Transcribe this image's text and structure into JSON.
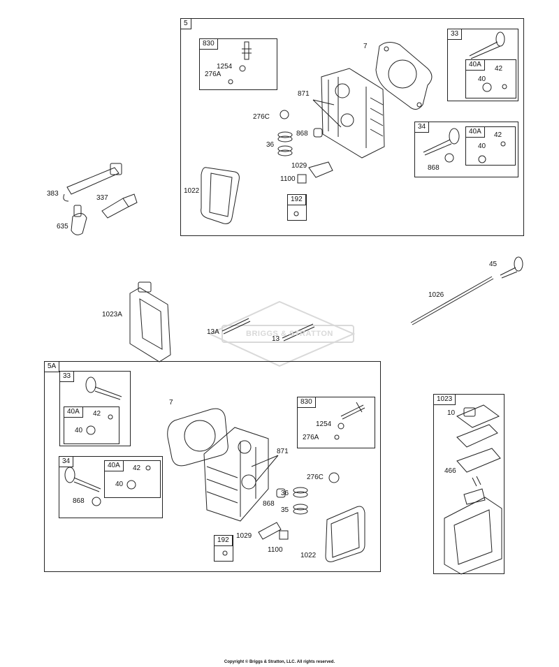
{
  "watermark": "BRIGGS & STRATTON",
  "copyright": "Copyright © Briggs & Stratton, LLC. All rights reserved.",
  "groups": {
    "g5": "5",
    "g830a": "830",
    "g33a": "33",
    "g40Aa": "40A",
    "g34a": "34",
    "g40Ab": "40A",
    "g192a": "192",
    "g5A": "5A",
    "g33b": "33",
    "g40Ac": "40A",
    "g34b": "34",
    "g40Ad": "40A",
    "g830b": "830",
    "g192b": "192",
    "g1023": "1023"
  },
  "parts": {
    "p1254a": "1254",
    "p276Aa": "276A",
    "p7a": "7",
    "p871a": "871",
    "p276Ca": "276C",
    "p868a": "868",
    "p36a": "36",
    "p1029a": "1029",
    "p1100a": "1100",
    "p1022a": "1022",
    "p42a": "42",
    "p40a": "40",
    "p42b": "42",
    "p40b": "40",
    "p868b": "868",
    "p383": "383",
    "p337": "337",
    "p635": "635",
    "p45": "45",
    "p1026": "1026",
    "p1023A": "1023A",
    "p13A": "13A",
    "p13": "13",
    "p7b": "7",
    "p42c": "42",
    "p40c": "40",
    "p42d": "42",
    "p40d": "40",
    "p868c": "868",
    "p871b": "871",
    "p1254b": "1254",
    "p276Ab": "276A",
    "p276Cb": "276C",
    "p868d": "868",
    "p36b": "36",
    "p35": "35",
    "p1029b": "1029",
    "p1100b": "1100",
    "p1022b": "1022",
    "p10": "10",
    "p466": "466"
  },
  "colors": {
    "line": "#222222",
    "watermark": "#d9d9d9",
    "fill": "#ffffff"
  }
}
